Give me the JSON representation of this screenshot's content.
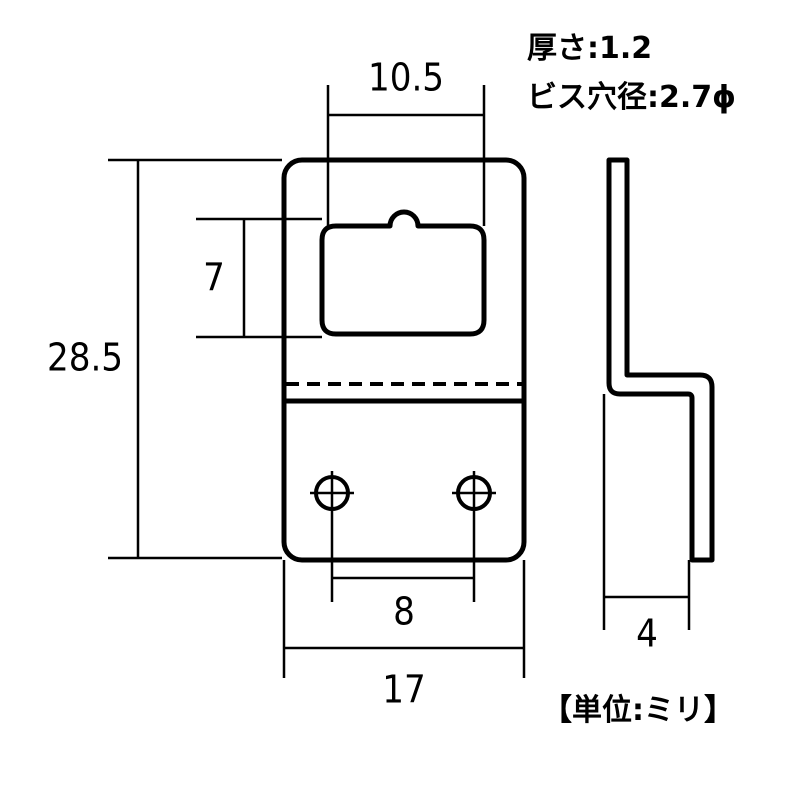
{
  "specs": {
    "thickness": "厚さ:1.2",
    "screw_hole": "ビス穴径:2.7ϕ"
  },
  "dimensions": {
    "slot_width": "10.5",
    "slot_height": "7",
    "total_height": "28.5",
    "hole_spacing": "8",
    "total_width": "17",
    "side_depth": "4"
  },
  "unit_label": "【単位:ミリ】"
}
